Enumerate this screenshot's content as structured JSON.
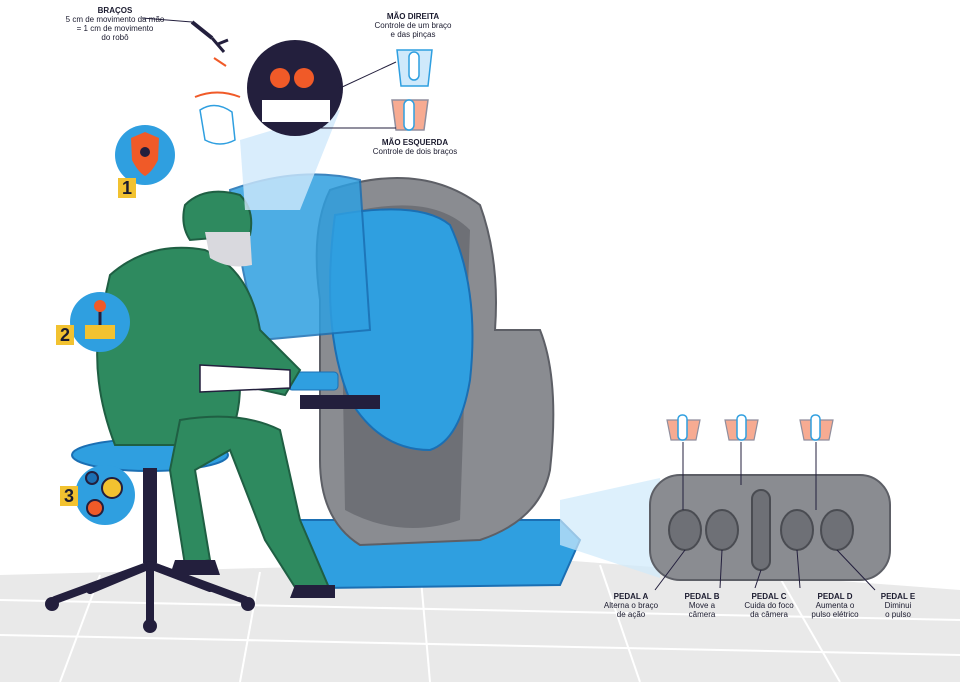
{
  "labels": {
    "arms": {
      "title": "BRAÇOS",
      "line1": "5 cm de movimento da mão",
      "line2": "= 1 cm de movimento",
      "line3": "do robô"
    },
    "right_hand": {
      "title": "MÃO DIREITA",
      "line1": "Controle de um braço",
      "line2": "e das pinças"
    },
    "left_hand": {
      "title": "MÃO ESQUERDA",
      "line1": "Controle de dois braços"
    }
  },
  "steps": [
    {
      "number": "1",
      "icon": "shield-lock-icon"
    },
    {
      "number": "2",
      "icon": "joystick-icon"
    },
    {
      "number": "3",
      "icon": "gears-icon"
    }
  ],
  "pedals": [
    {
      "title": "PEDAL A",
      "line1": "Alterna o braço",
      "line2": "de ação"
    },
    {
      "title": "PEDAL B",
      "line1": "Move a",
      "line2": "câmera"
    },
    {
      "title": "PEDAL C",
      "line1": "Cuida do foco",
      "line2": "da câmera"
    },
    {
      "title": "PEDAL D",
      "line1": "Aumenta o",
      "line2": "pulso elétrico"
    },
    {
      "title": "PEDAL E",
      "line1": "Diminui",
      "line2": "o pulso"
    }
  ],
  "colors": {
    "blue": "#2f9fe0",
    "dark_blue": "#1b6fb3",
    "gray": "#8a8c91",
    "dark_gray": "#5d5f66",
    "green": "#2e8a5f",
    "navy": "#231f3d",
    "orange": "#f05a28",
    "yellow": "#f2c230",
    "floor": "#e7e7e7"
  }
}
